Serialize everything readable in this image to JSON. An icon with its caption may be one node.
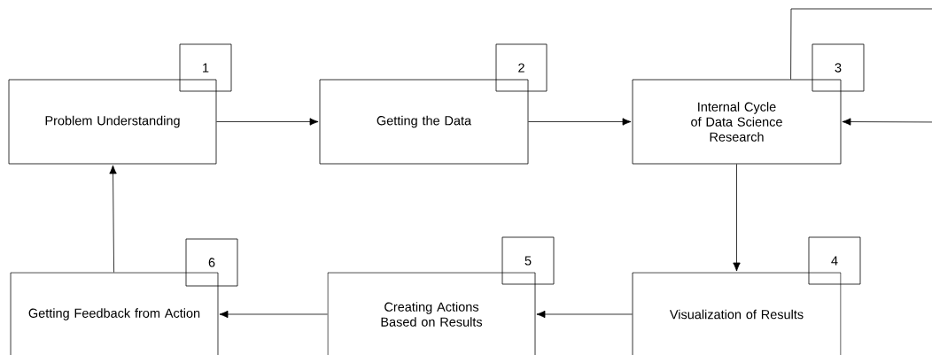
{
  "diagram": {
    "nodes": [
      {
        "text": [
          "Problem Understanding"
        ]
      },
      {
        "text": [
          "1"
        ]
      },
      {
        "text": [
          "Getting the Data"
        ]
      },
      {
        "text": [
          "2"
        ]
      },
      {
        "text": [
          "Internal Cycle of Data Science Research"
        ]
      },
      {
        "text": [
          "3"
        ]
      },
      {
        "text": [
          "Visualization of Results"
        ]
      },
      {
        "text": [
          "4"
        ]
      },
      {
        "text": [
          "Creating Actions Based on Results"
        ]
      },
      {
        "text": [
          "5"
        ]
      },
      {
        "text": [
          "Getting Feedback from Action"
        ]
      },
      {
        "text": [
          "6"
        ]
      }
    ],
    "edges": [
      {
        "from": 0,
        "to": 2,
        "arrow": "to"
      },
      {
        "from": 2,
        "to": 4,
        "arrow": "to"
      },
      {
        "from": 4,
        "to": 4,
        "arrow": "to"
      },
      {
        "from": 4,
        "to": 6,
        "arrow": "to"
      },
      {
        "from": 6,
        "to": 8,
        "arrow": "to"
      },
      {
        "from": 8,
        "to": 10,
        "arrow": "to"
      },
      {
        "from": 10,
        "to": 0,
        "arrow": "to"
      }
    ]
  }
}
